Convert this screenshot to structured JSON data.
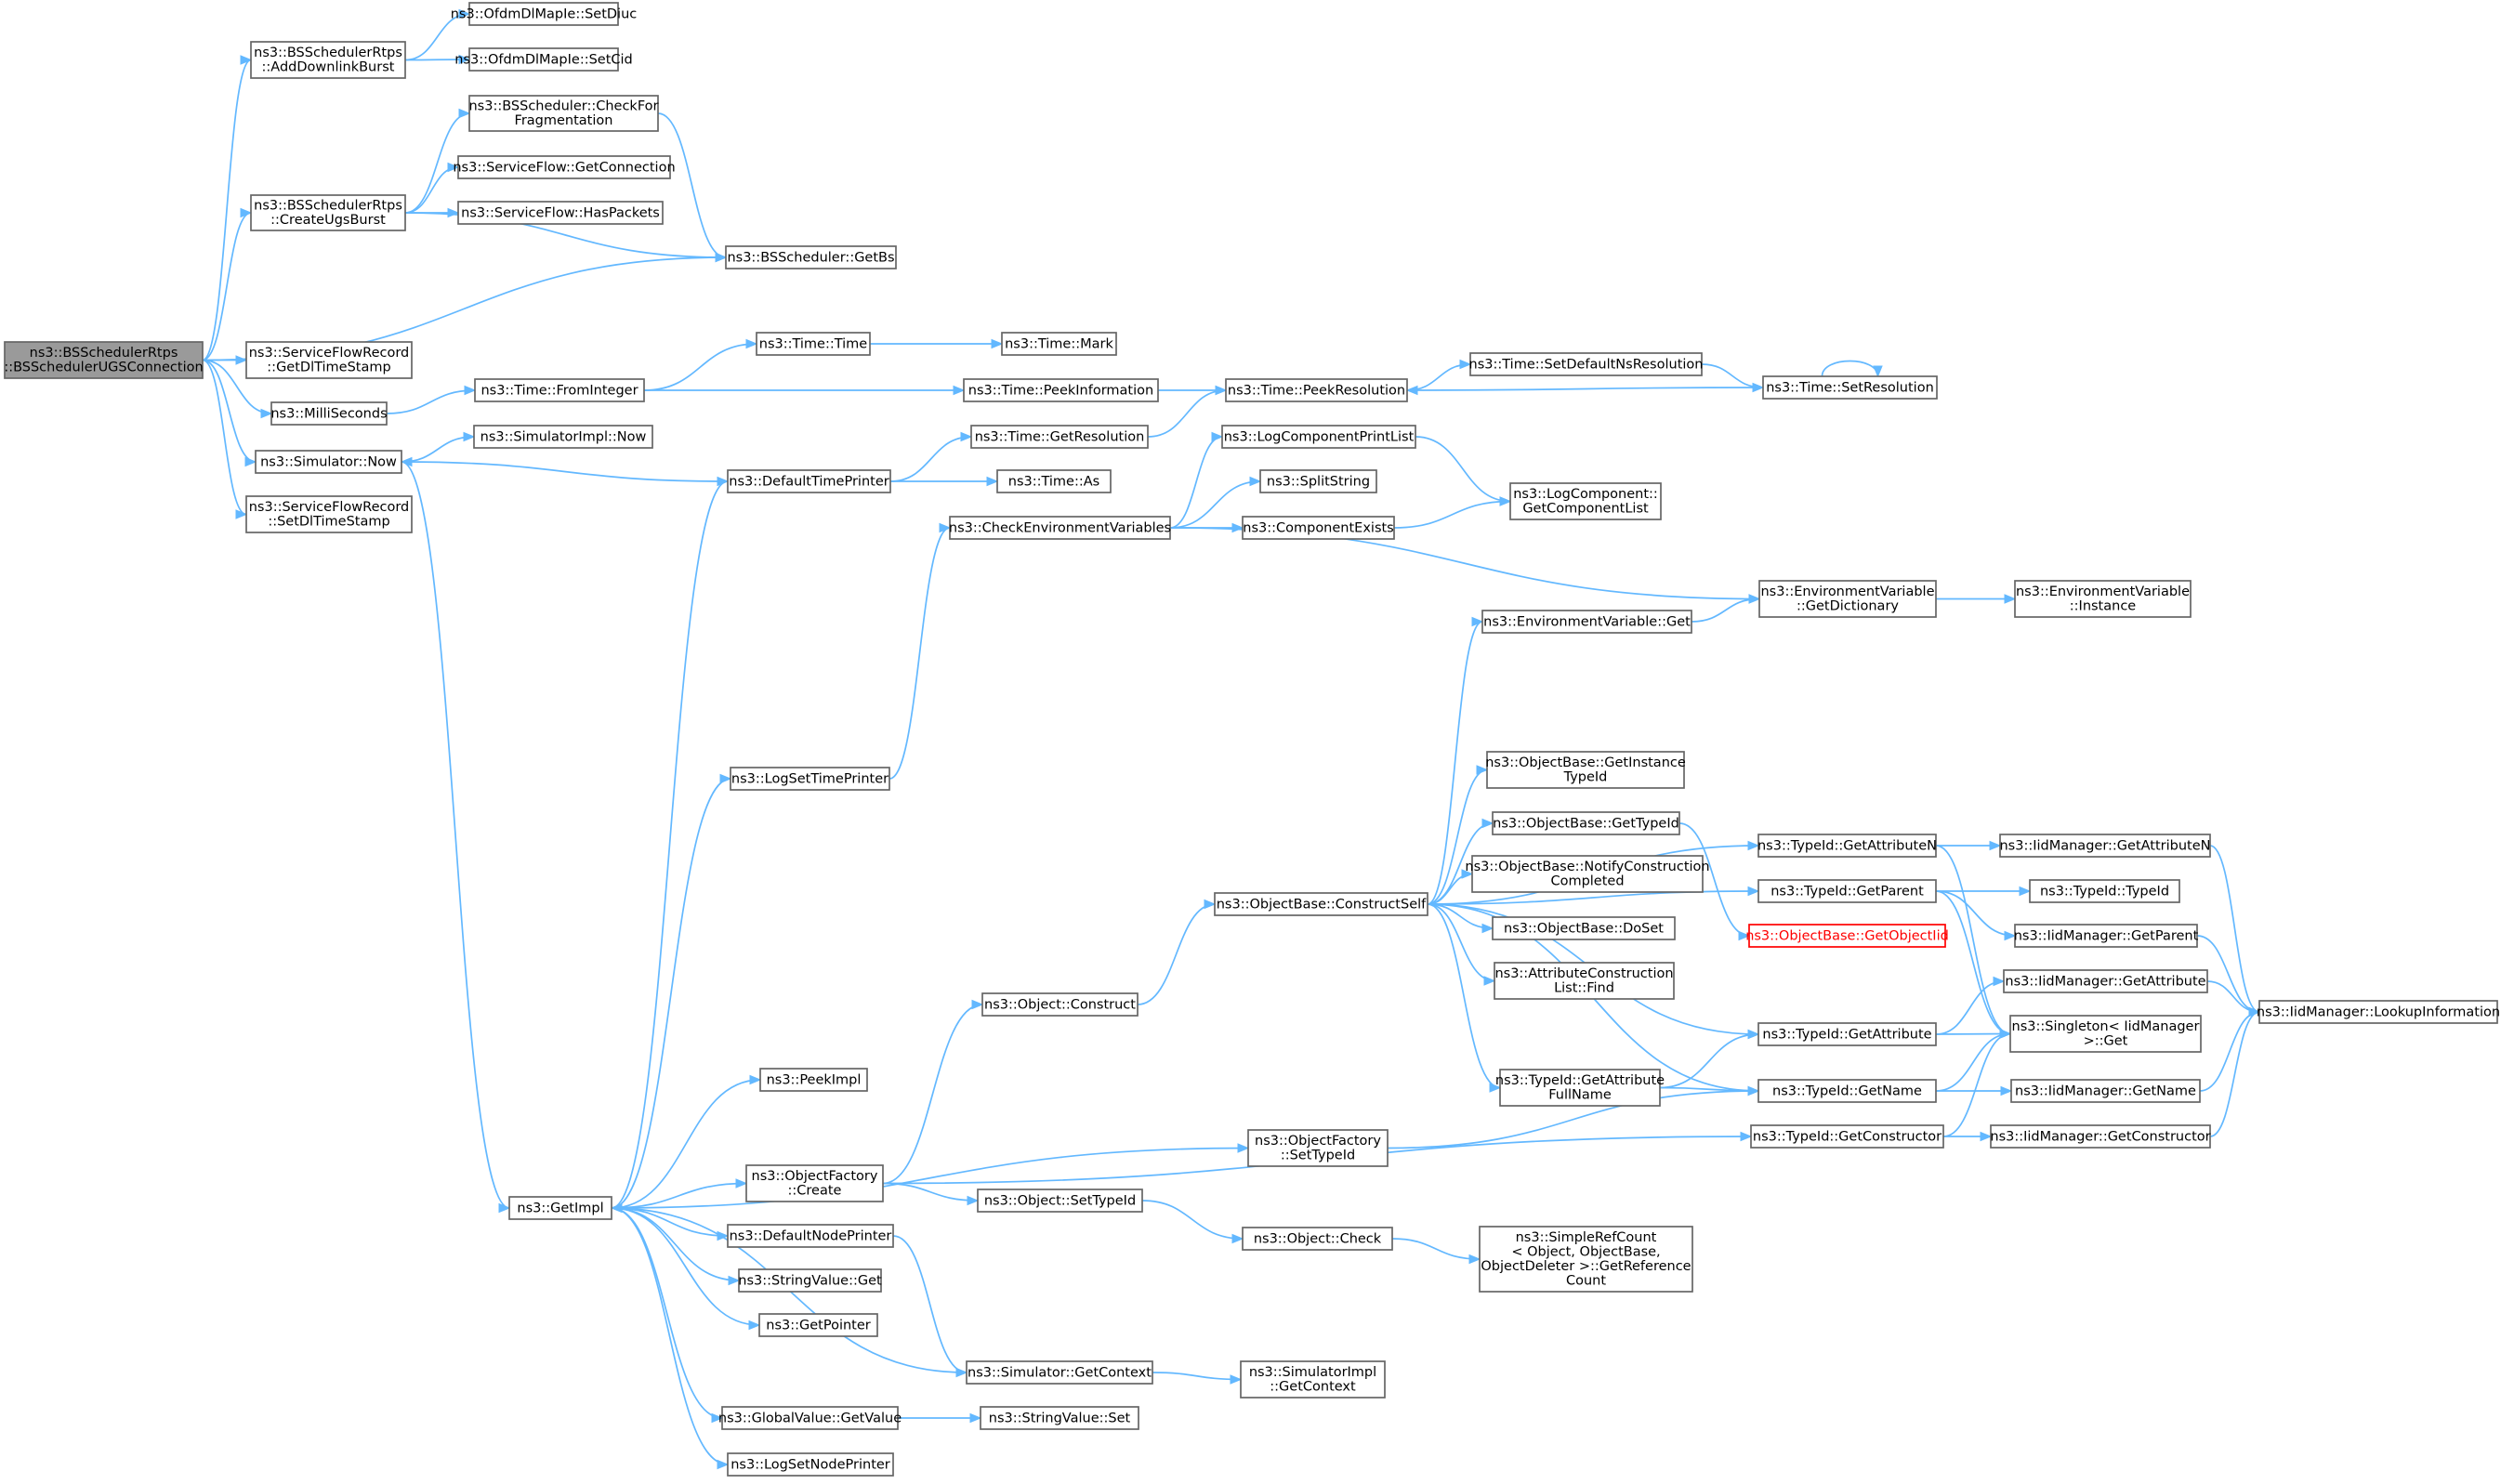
{
  "diagram": {
    "title": "",
    "edge_color": "#63b8ff",
    "root_color": "#9a9a9a",
    "warn_color": "#ff0000",
    "nodes": [
      {
        "id": "root",
        "lines": [
          "ns3::BSSchedulerRtps",
          "::BSSchedulerUGSConnection"
        ],
        "style": "root"
      },
      {
        "id": "addDl",
        "lines": [
          "ns3::BSSchedulerRtps",
          "::AddDownlinkBurst"
        ]
      },
      {
        "id": "setDiuc",
        "lines": [
          "ns3::OfdmDlMapIe::SetDiuc"
        ]
      },
      {
        "id": "setCid",
        "lines": [
          "ns3::OfdmDlMapIe::SetCid"
        ]
      },
      {
        "id": "checkFrag",
        "lines": [
          "ns3::BSScheduler::CheckFor",
          "Fragmentation"
        ]
      },
      {
        "id": "createUgs",
        "lines": [
          "ns3::BSSchedulerRtps",
          "::CreateUgsBurst"
        ]
      },
      {
        "id": "getConn",
        "lines": [
          "ns3::ServiceFlow::GetConnection"
        ]
      },
      {
        "id": "hasPackets",
        "lines": [
          "ns3::ServiceFlow::HasPackets"
        ]
      },
      {
        "id": "getBs",
        "lines": [
          "ns3::BSScheduler::GetBs"
        ]
      },
      {
        "id": "getDlTs",
        "lines": [
          "ns3::ServiceFlowRecord",
          "::GetDlTimeStamp"
        ]
      },
      {
        "id": "milli",
        "lines": [
          "ns3::MilliSeconds"
        ]
      },
      {
        "id": "fromInt",
        "lines": [
          "ns3::Time::FromInteger"
        ]
      },
      {
        "id": "timeTime",
        "lines": [
          "ns3::Time::Time"
        ]
      },
      {
        "id": "timeMark",
        "lines": [
          "ns3::Time::Mark"
        ]
      },
      {
        "id": "peekInfo",
        "lines": [
          "ns3::Time::PeekInformation"
        ]
      },
      {
        "id": "peekRes",
        "lines": [
          "ns3::Time::PeekResolution"
        ]
      },
      {
        "id": "setDefNs",
        "lines": [
          "ns3::Time::SetDefaultNsResolution"
        ]
      },
      {
        "id": "setRes",
        "lines": [
          "ns3::Time::SetResolution"
        ]
      },
      {
        "id": "simNow",
        "lines": [
          "ns3::Simulator::Now"
        ]
      },
      {
        "id": "simImplNow",
        "lines": [
          "ns3::SimulatorImpl::Now"
        ]
      },
      {
        "id": "setDlTs",
        "lines": [
          "ns3::ServiceFlowRecord",
          "::SetDlTimeStamp"
        ]
      },
      {
        "id": "defTimePrinter",
        "lines": [
          "ns3::DefaultTimePrinter"
        ]
      },
      {
        "id": "getRes",
        "lines": [
          "ns3::Time::GetResolution"
        ]
      },
      {
        "id": "timeAs",
        "lines": [
          "ns3::Time::As"
        ]
      },
      {
        "id": "checkEnv",
        "lines": [
          "ns3::CheckEnvironmentVariables"
        ]
      },
      {
        "id": "logPrintList",
        "lines": [
          "ns3::LogComponentPrintList"
        ]
      },
      {
        "id": "splitStr",
        "lines": [
          "ns3::SplitString"
        ]
      },
      {
        "id": "compExists",
        "lines": [
          "ns3::ComponentExists"
        ]
      },
      {
        "id": "getCompList",
        "lines": [
          "ns3::LogComponent::",
          "GetComponentList"
        ]
      },
      {
        "id": "envGetDict",
        "lines": [
          "ns3::EnvironmentVariable",
          "::GetDictionary"
        ]
      },
      {
        "id": "envInst",
        "lines": [
          "ns3::EnvironmentVariable",
          "::Instance"
        ]
      },
      {
        "id": "envGet",
        "lines": [
          "ns3::EnvironmentVariable::Get"
        ]
      },
      {
        "id": "logSetTime",
        "lines": [
          "ns3::LogSetTimePrinter"
        ]
      },
      {
        "id": "getInstTid",
        "lines": [
          "ns3::ObjectBase::GetInstance",
          "TypeId"
        ]
      },
      {
        "id": "getTypeId",
        "lines": [
          "ns3::ObjectBase::GetTypeId"
        ]
      },
      {
        "id": "notifyCons",
        "lines": [
          "ns3::ObjectBase::NotifyConstruction",
          "Completed"
        ]
      },
      {
        "id": "doSet",
        "lines": [
          "ns3::ObjectBase::DoSet"
        ]
      },
      {
        "id": "attrFind",
        "lines": [
          "ns3::AttributeConstruction",
          "List::Find"
        ]
      },
      {
        "id": "constructSelf",
        "lines": [
          "ns3::ObjectBase::ConstructSelf"
        ]
      },
      {
        "id": "getAttrN",
        "lines": [
          "ns3::TypeId::GetAttributeN"
        ]
      },
      {
        "id": "iidGetAttrN",
        "lines": [
          "ns3::IidManager::GetAttributeN"
        ]
      },
      {
        "id": "getParent",
        "lines": [
          "ns3::TypeId::GetParent"
        ]
      },
      {
        "id": "typeIdTid",
        "lines": [
          "ns3::TypeId::TypeId"
        ]
      },
      {
        "id": "getObjTid",
        "lines": [
          "ns3::ObjectBase::GetObjectIid"
        ],
        "style": "warn"
      },
      {
        "id": "iidGetParent",
        "lines": [
          "ns3::IidManager::GetParent"
        ]
      },
      {
        "id": "iidGetAttr",
        "lines": [
          "ns3::IidManager::GetAttribute"
        ]
      },
      {
        "id": "lookupInfo",
        "lines": [
          "ns3::IidManager::LookupInformation"
        ]
      },
      {
        "id": "objConstruct",
        "lines": [
          "ns3::Object::Construct"
        ]
      },
      {
        "id": "tidGetAttr",
        "lines": [
          "ns3::TypeId::GetAttribute"
        ]
      },
      {
        "id": "singletonGet",
        "lines": [
          "ns3::Singleton< IidManager",
          ">::Get"
        ]
      },
      {
        "id": "tidGetAttrFull",
        "lines": [
          "ns3::TypeId::GetAttribute",
          "FullName"
        ]
      },
      {
        "id": "tidGetName",
        "lines": [
          "ns3::TypeId::GetName"
        ]
      },
      {
        "id": "iidGetName",
        "lines": [
          "ns3::IidManager::GetName"
        ]
      },
      {
        "id": "peekImpl",
        "lines": [
          "ns3::PeekImpl"
        ]
      },
      {
        "id": "objFactSetTid",
        "lines": [
          "ns3::ObjectFactory",
          "::SetTypeId"
        ]
      },
      {
        "id": "tidGetCons",
        "lines": [
          "ns3::TypeId::GetConstructor"
        ]
      },
      {
        "id": "iidGetCons",
        "lines": [
          "ns3::IidManager::GetConstructor"
        ]
      },
      {
        "id": "getImpl",
        "lines": [
          "ns3::GetImpl"
        ]
      },
      {
        "id": "objFactCreate",
        "lines": [
          "ns3::ObjectFactory",
          "::Create"
        ]
      },
      {
        "id": "objSetTid",
        "lines": [
          "ns3::Object::SetTypeId"
        ]
      },
      {
        "id": "defNodePrinter",
        "lines": [
          "ns3::DefaultNodePrinter"
        ]
      },
      {
        "id": "objCheck",
        "lines": [
          "ns3::Object::Check"
        ]
      },
      {
        "id": "simpleRef",
        "lines": [
          "ns3::SimpleRefCount",
          "< Object, ObjectBase,",
          "ObjectDeleter >::GetReference",
          "Count"
        ]
      },
      {
        "id": "strValGet",
        "lines": [
          "ns3::StringValue::Get"
        ]
      },
      {
        "id": "getPointer",
        "lines": [
          "ns3::GetPointer"
        ]
      },
      {
        "id": "simGetCtx",
        "lines": [
          "ns3::Simulator::GetContext"
        ]
      },
      {
        "id": "simImplGetCtx",
        "lines": [
          "ns3::SimulatorImpl",
          "::GetContext"
        ]
      },
      {
        "id": "globalGetVal",
        "lines": [
          "ns3::GlobalValue::GetValue"
        ]
      },
      {
        "id": "strValSet",
        "lines": [
          "ns3::StringValue::Set"
        ]
      },
      {
        "id": "logSetNode",
        "lines": [
          "ns3::LogSetNodePrinter"
        ]
      }
    ],
    "edges": [
      [
        "root",
        "addDl"
      ],
      [
        "root",
        "createUgs"
      ],
      [
        "root",
        "getBs"
      ],
      [
        "root",
        "getDlTs"
      ],
      [
        "root",
        "milli"
      ],
      [
        "root",
        "simNow"
      ],
      [
        "root",
        "setDlTs"
      ],
      [
        "addDl",
        "setDiuc"
      ],
      [
        "addDl",
        "setCid"
      ],
      [
        "createUgs",
        "checkFrag"
      ],
      [
        "createUgs",
        "getConn"
      ],
      [
        "createUgs",
        "hasPackets"
      ],
      [
        "createUgs",
        "getBs"
      ],
      [
        "checkFrag",
        "getBs"
      ],
      [
        "milli",
        "fromInt"
      ],
      [
        "fromInt",
        "timeTime"
      ],
      [
        "fromInt",
        "peekInfo"
      ],
      [
        "timeTime",
        "timeMark"
      ],
      [
        "peekInfo",
        "peekRes"
      ],
      [
        "peekRes",
        "setDefNs"
      ],
      [
        "setDefNs",
        "setRes"
      ],
      [
        "setRes",
        "peekRes"
      ],
      [
        "setRes",
        "setRes"
      ],
      [
        "simNow",
        "simImplNow"
      ],
      [
        "simNow",
        "getImpl"
      ],
      [
        "defTimePrinter",
        "simNow"
      ],
      [
        "defTimePrinter",
        "getRes"
      ],
      [
        "defTimePrinter",
        "timeAs"
      ],
      [
        "getRes",
        "peekRes"
      ],
      [
        "checkEnv",
        "logPrintList"
      ],
      [
        "checkEnv",
        "splitStr"
      ],
      [
        "checkEnv",
        "compExists"
      ],
      [
        "checkEnv",
        "envGetDict"
      ],
      [
        "logPrintList",
        "getCompList"
      ],
      [
        "compExists",
        "getCompList"
      ],
      [
        "envGetDict",
        "envInst"
      ],
      [
        "envGet",
        "envGetDict"
      ],
      [
        "logSetTime",
        "checkEnv"
      ],
      [
        "constructSelf",
        "envGet"
      ],
      [
        "constructSelf",
        "getAttrN"
      ],
      [
        "constructSelf",
        "getParent"
      ],
      [
        "constructSelf",
        "getInstTid"
      ],
      [
        "constructSelf",
        "getTypeId"
      ],
      [
        "constructSelf",
        "notifyCons"
      ],
      [
        "constructSelf",
        "doSet"
      ],
      [
        "constructSelf",
        "attrFind"
      ],
      [
        "constructSelf",
        "tidGetAttr"
      ],
      [
        "constructSelf",
        "tidGetAttrFull"
      ],
      [
        "constructSelf",
        "tidGetName"
      ],
      [
        "getTypeId",
        "getObjTid"
      ],
      [
        "getAttrN",
        "iidGetAttrN"
      ],
      [
        "getAttrN",
        "singletonGet"
      ],
      [
        "getParent",
        "typeIdTid"
      ],
      [
        "getParent",
        "iidGetParent"
      ],
      [
        "getParent",
        "singletonGet"
      ],
      [
        "iidGetAttrN",
        "lookupInfo"
      ],
      [
        "iidGetParent",
        "lookupInfo"
      ],
      [
        "iidGetAttr",
        "lookupInfo"
      ],
      [
        "iidGetName",
        "lookupInfo"
      ],
      [
        "iidGetCons",
        "lookupInfo"
      ],
      [
        "tidGetAttr",
        "iidGetAttr"
      ],
      [
        "tidGetAttr",
        "singletonGet"
      ],
      [
        "tidGetAttrFull",
        "tidGetAttr"
      ],
      [
        "tidGetAttrFull",
        "tidGetName"
      ],
      [
        "tidGetName",
        "singletonGet"
      ],
      [
        "tidGetName",
        "iidGetName"
      ],
      [
        "tidGetCons",
        "singletonGet"
      ],
      [
        "tidGetCons",
        "iidGetCons"
      ],
      [
        "objConstruct",
        "constructSelf"
      ],
      [
        "objFactSetTid",
        "tidGetName"
      ],
      [
        "getImpl",
        "defTimePrinter"
      ],
      [
        "getImpl",
        "logSetTime"
      ],
      [
        "getImpl",
        "peekImpl"
      ],
      [
        "getImpl",
        "objFactSetTid"
      ],
      [
        "getImpl",
        "objFactCreate"
      ],
      [
        "getImpl",
        "defNodePrinter"
      ],
      [
        "getImpl",
        "strValGet"
      ],
      [
        "getImpl",
        "getPointer"
      ],
      [
        "getImpl",
        "globalGetVal"
      ],
      [
        "getImpl",
        "logSetNode"
      ],
      [
        "objFactCreate",
        "objConstruct"
      ],
      [
        "objFactCreate",
        "objSetTid"
      ],
      [
        "objFactCreate",
        "tidGetCons"
      ],
      [
        "objSetTid",
        "objCheck"
      ],
      [
        "objCheck",
        "simpleRef"
      ],
      [
        "defNodePrinter",
        "simGetCtx"
      ],
      [
        "simGetCtx",
        "getImpl"
      ],
      [
        "simGetCtx",
        "simImplGetCtx"
      ],
      [
        "globalGetVal",
        "strValSet"
      ]
    ]
  }
}
